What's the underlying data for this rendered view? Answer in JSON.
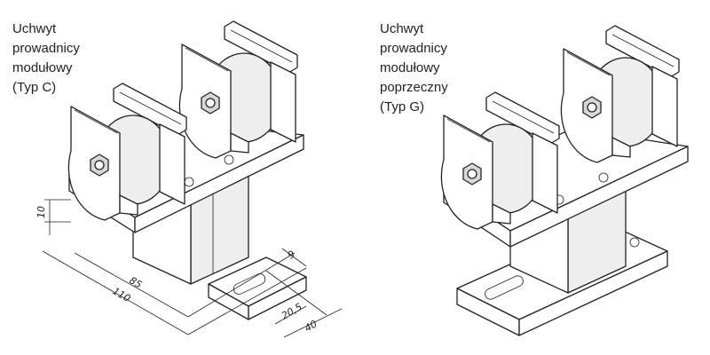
{
  "left_part": {
    "title_lines": [
      "Uchwyt",
      "prowadnicy",
      "modułowy",
      "(Typ C)"
    ],
    "dimensions": {
      "d10": "10",
      "d85": "85",
      "d110": "110",
      "d9": "9",
      "d20_5": "20,5",
      "d40": "40"
    }
  },
  "right_part": {
    "title_lines": [
      "Uchwyt",
      "prowadnicy",
      "modułowy",
      "poprzeczny",
      "(Typ G)"
    ]
  }
}
